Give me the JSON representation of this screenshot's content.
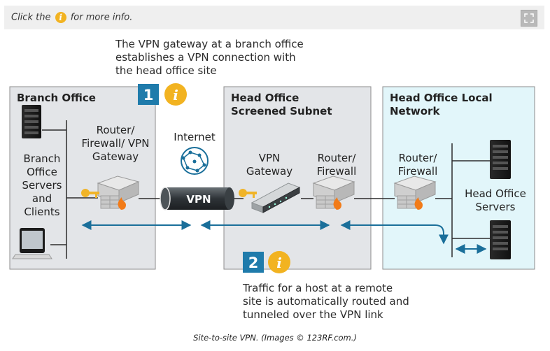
{
  "hint": {
    "prefix": "Click the",
    "icon": "i",
    "suffix": "for more info."
  },
  "expand_icon": "expand-icon",
  "callouts": {
    "top": [
      "The VPN gateway at a branch office",
      "establishes a VPN connection with",
      "the head office site"
    ],
    "bottom": [
      "Traffic for a host at a remote",
      "site is automatically routed and",
      "tunneled over the VPN link"
    ]
  },
  "badges": {
    "one": "1",
    "two": "2",
    "info": "i"
  },
  "branch": {
    "title": "Branch Office",
    "side_label": [
      "Branch",
      "Office",
      "Servers",
      "and",
      "Clients"
    ],
    "router_label": [
      "Router/",
      "Firewall/ VPN",
      "Gateway"
    ]
  },
  "internet": {
    "label": "Internet",
    "tunnel": "VPN"
  },
  "subnet": {
    "title": [
      "Head Office",
      "Screened Subnet"
    ],
    "gateway_label": [
      "VPN",
      "Gateway"
    ],
    "router_label": [
      "Router/",
      "Firewall"
    ]
  },
  "local": {
    "title": [
      "Head Office Local",
      "Network"
    ],
    "router_label": [
      "Router/",
      "Firewall"
    ],
    "servers_label": [
      "Head Office",
      "Servers"
    ]
  },
  "caption": "Site-to-site VPN. (Images © 123RF.com.)",
  "colors": {
    "panel_gray": "#e3e5e8",
    "panel_cyan": "#e2f6fa",
    "accent_blue": "#1a6f9a",
    "badge_teal": "#1f7bab",
    "badge_yellow": "#f2b321",
    "key": "#f0b429",
    "flame": "#f27b18"
  }
}
